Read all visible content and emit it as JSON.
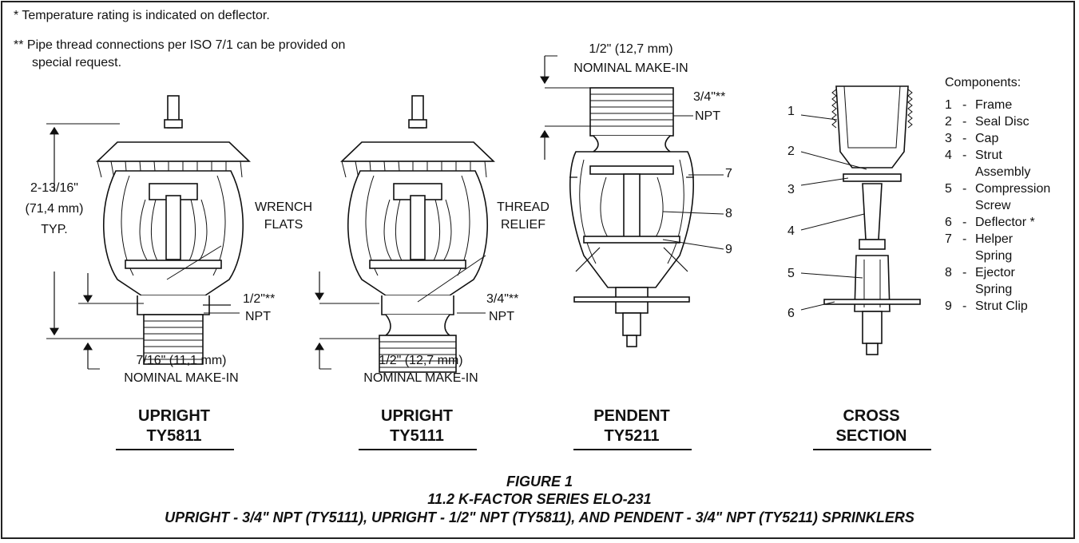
{
  "notes": {
    "note1": "* Temperature rating is indicated on deflector.",
    "note2_line1": "** Pipe thread connections per ISO 7/1 can be provided on",
    "note2_line2": "special request."
  },
  "dims": {
    "overall_1": "2-13/16\"",
    "overall_2": "(71,4 mm)",
    "overall_3": "TYP.",
    "wrench_1": "WRENCH",
    "wrench_2": "FLATS",
    "npt_half": "1/2\"**",
    "npt_word_1": "NPT",
    "makein_a_1": "7/16\" (11,1 mm)",
    "makein_a_2": "NOMINAL MAKE-IN",
    "thread_1": "THREAD",
    "thread_2": "RELIEF",
    "npt_threeq": "3/4\"**",
    "npt_word_2": "NPT",
    "makein_b_1": "1/2\" (12,7 mm)",
    "makein_b_2": "NOMINAL MAKE-IN",
    "makein_c_1": "1/2\" (12,7 mm)",
    "makein_c_2": "NOMINAL MAKE-IN",
    "npt_threeq_c": "3/4\"**",
    "npt_word_3": "NPT"
  },
  "views": [
    {
      "line1": "UPRIGHT",
      "line2": "TY5811"
    },
    {
      "line1": "UPRIGHT",
      "line2": "TY5111"
    },
    {
      "line1": "PENDENT",
      "line2": "TY5211"
    },
    {
      "line1": "CROSS",
      "line2": "SECTION"
    }
  ],
  "callouts": [
    "1",
    "2",
    "3",
    "4",
    "5",
    "6",
    "7",
    "8",
    "9"
  ],
  "components": {
    "title": "Components:",
    "items": [
      {
        "num": "1",
        "label": "Frame"
      },
      {
        "num": "2",
        "label": "Seal Disc"
      },
      {
        "num": "3",
        "label": "Cap"
      },
      {
        "num": "4",
        "label": "Strut",
        "label2": "Assembly"
      },
      {
        "num": "5",
        "label": "Compression",
        "label2": "Screw"
      },
      {
        "num": "6",
        "label": "Deflector *"
      },
      {
        "num": "7",
        "label": "Helper",
        "label2": "Spring"
      },
      {
        "num": "8",
        "label": "Ejector",
        "label2": "Spring"
      },
      {
        "num": "9",
        "label": "Strut Clip"
      }
    ]
  },
  "caption": {
    "line1": "FIGURE 1",
    "line2": "11.2 K-FACTOR SERIES ELO-231",
    "line3": "UPRIGHT - 3/4\" NPT (TY5111), UPRIGHT - 1/2\" NPT (TY5811), AND PENDENT - 3/4\" NPT (TY5211) SPRINKLERS"
  }
}
